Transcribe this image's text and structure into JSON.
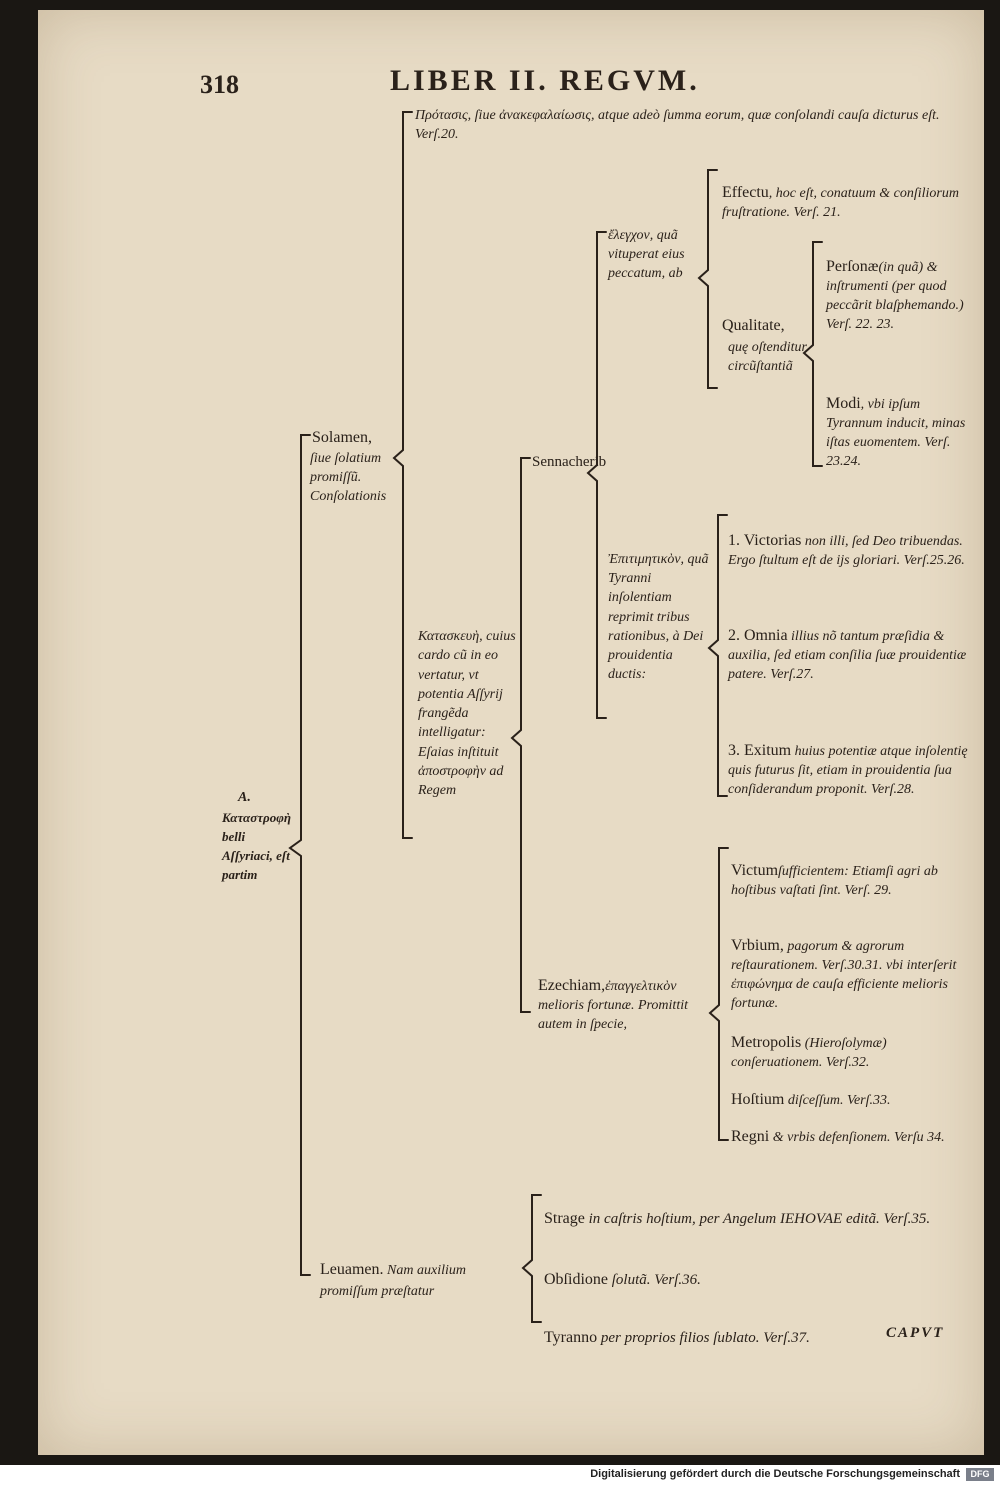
{
  "header": {
    "page_number": "318",
    "running_title": "LIBER II. REGVM."
  },
  "catchword": "CAPVT",
  "footer": {
    "text": "Digitalisierung gefördert durch die Deutsche Forschungsgemeinschaft",
    "logo": "DFG"
  },
  "root": {
    "label": "A.",
    "text": "Καταστροφὴ belli Aſſyriaci, eſt partim"
  },
  "solamen": {
    "label": "Solamen,",
    "text": "ſiue ſolatium promiſſũ. Conſolationis"
  },
  "protasis": {
    "text": "Πρότασις, ſiue ἀνακεφαλαίωσις, atque adeò ſumma eorum, quæ conſolandi cauſa dicturus eſt. Verſ.20."
  },
  "katask": {
    "text": "Κατασκευὴ, cuius cardo cũ in eo vertatur, vt potentia Aſſyrij frangẽda intelligatur: Eſaias inſtituit ἀποστροφὴν ad Regem"
  },
  "sennacherib": {
    "label": "Sennacherib"
  },
  "elenchus": {
    "text": "ἔλεγχον, quã vituperat eius peccatum, ab"
  },
  "effectu": {
    "label": "Effectu",
    "text": ", hoc eſt, conatuum & conſiliorum fruſtratione. Verſ. 21."
  },
  "qualitate": {
    "label": "Qualitate,",
    "text": "quę oſtenditur circũſtantiã"
  },
  "personae": {
    "label": "Perſonæ",
    "text": "(in quã) & inſtrumenti (per quod peccãrit blaſphemando.) Verſ. 22. 23."
  },
  "modi": {
    "label": "Modi",
    "text": ", vbi ipſum Tyrannum inducit, minas iſtas euomentem. Verſ. 23.24."
  },
  "epitim": {
    "text": "Ἐπιτιμητικὸν, quã Tyranni inſolentiam reprimit tribus rationibus, à Dei prouidentia ductis:"
  },
  "reason1": {
    "label": "1. Victorias",
    "text": "non illi, ſed Deo tribuendas. Ergo ſtultum eſt de ijs gloriari. Verſ.25.26."
  },
  "reason2": {
    "label": "2. Omnia",
    "text": "illius nõ tantum præſidia & auxilia, ſed etiam conſilia ſuæ prouidentiæ patere. Verſ.27."
  },
  "reason3": {
    "label": "3. Exitum",
    "text": "huius potentiæ atque inſolentię quis futurus ſit, etiam in prouidentia ſua conſiderandum proponit. Verſ.28."
  },
  "ezechiam": {
    "label": "Ezechiam,",
    "text": "ἐπαγγελτικὸν melioris fortunæ. Promittit autem in ſpecie,"
  },
  "victum": {
    "label": "Victum",
    "text": "ſufficientem: Etiamſi agri ab hoſtibus vaſtati ſint. Verſ. 29."
  },
  "vrbium": {
    "label": "Vrbium,",
    "text": "pagorum & agrorum reſtaurationem. Verſ.30.31. vbi interſerit ἐπιφώνημα de cauſa efficiente melioris fortunæ."
  },
  "metropolis": {
    "label": "Metropolis",
    "text": "(Hieroſolymæ) conſeruationem. Verſ.32."
  },
  "hostium": {
    "label": "Hoſtium",
    "text": "diſceſſum. Verſ.33."
  },
  "regni": {
    "label": "Regni",
    "text": "& vrbis defenſionem. Verſu 34."
  },
  "leuamen": {
    "label": "Leuamen.",
    "text": "Nam auxilium promiſſum præſtatur"
  },
  "strage": {
    "label": "Strage",
    "text": "in caſtris hoſtium, per Angelum IEHOVAE editã. Verſ.35."
  },
  "obsidione": {
    "label": "Obſidione",
    "text": "ſolutã. Verſ.36."
  },
  "tyranno": {
    "label": "Tyranno",
    "text": "per proprios filios ſublato. Verſ.37."
  }
}
